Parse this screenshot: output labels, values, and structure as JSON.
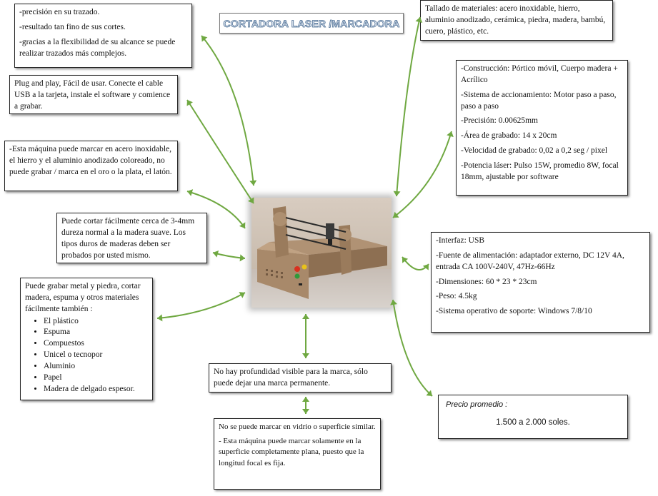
{
  "title": "CORTADORA LASER /MARCADORA",
  "boxes": {
    "precision": [
      "-precisión en su trazado.",
      "-resultado tan fino de sus cortes.",
      "-gracias a la flexibilidad de su alcance se puede realizar trazados más complejos."
    ],
    "plug": "Plug and play, Fácil de usar. Conecte el cable USB a la tarjeta, instale el software y comience a grabar.",
    "marcar_acero": "-Esta máquina puede marcar en acero inoxidable, el hierro y el aluminio anodizado coloreado, no puede grabar / marca en el oro o la plata, el latón.",
    "cortar": "Puede cortar fácilmente cerca de 3-4mm dureza normal a la madera suave. Los tipos duros de maderas deben ser probados por usted mismo.",
    "grabar_intro": "Puede grabar metal y piedra, cortar madera, espuma y otros materiales fácilmente también :",
    "grabar_list": [
      "El plástico",
      "Espuma",
      "Compuestos",
      "Unicel o tecnopor",
      "Aluminio",
      "Papel",
      "Madera de delgado espesor."
    ],
    "tallado": "Tallado de materiales: acero inoxidable, hierro, aluminio anodizado, cerámica, piedra, madera, bambú, cuero, plástico, etc.",
    "specs": [
      "-Construcción: Pórtico móvil, Cuerpo madera + Acrílico",
      "-Sistema de accionamiento: Motor paso a paso, paso a paso",
      "-Precisión: 0.00625mm",
      "-Área de grabado: 14 x 20cm",
      "-Velocidad de grabado: 0,02 a 0,2 seg / pixel",
      "-Potencia láser: Pulso 15W, promedio 8W, focal 18mm, ajustable por software"
    ],
    "interfaz": [
      "-Interfaz: USB",
      "-Fuente de alimentación: adaptador externo, DC 12V 4A, entrada CA 100V-240V, 47Hz-66Hz",
      "-Dimensiones: 60 * 23 * 23cm",
      "-Peso: 4.5kg",
      "-Sistema operativo de soporte: Windows 7/8/10"
    ],
    "profundidad": "No hay profundidad visible para la marca, sólo puede dejar una marca permanente.",
    "vidrio": [
      "No se puede marcar en vidrio o superficie similar.",
      "- Esta máquina puede marcar solamente en la superficie completamente plana, puesto que la longitud focal es fija."
    ],
    "precio_label": "Precio promedio :",
    "precio_value": "1.500 a 2.000 soles."
  },
  "colors": {
    "arrow": "#6fa841",
    "title_stroke": "#4d6f95",
    "wood": "#a88a6a"
  },
  "image": "laser-cutter-machine-photo"
}
